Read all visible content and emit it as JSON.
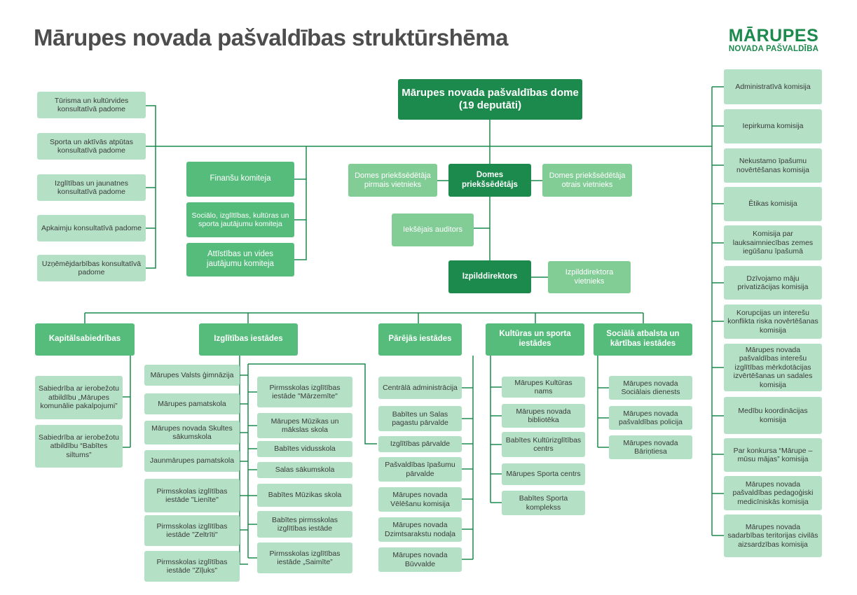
{
  "title": "Mārupes novada pašvaldības struktūrshēma",
  "logo": {
    "main": "MĀRUPES",
    "sub": "NOVADA PAŠVALDĪBA"
  },
  "colors": {
    "dark": "#1b8a4c",
    "category": "#55bc7c",
    "mid": "#82cc96",
    "light": "#b4e0c5",
    "title": "#4d4d4d"
  },
  "dome": "Mārupes novada pašvaldības dome (19 deputāti)",
  "chair": "Domes priekšsēdētājs",
  "vice_first": "Domes priekšsēdētāja pirmais vietnieks",
  "vice_second": "Domes priekšsēdētāja otrais vietnieks",
  "auditor": "Iekšējais auditors",
  "director": "Izpilddirektors",
  "director_deputy": "Izpilddirektora vietnieks",
  "councils": [
    "Tūrisma un kultūrvides konsultatīvā padome",
    "Sporta un aktīvās atpūtas konsultatīvā padome",
    "Izglītības un jaunatnes konsultatīvā padome",
    "Apkaimju konsultatīvā padome",
    "Uzņēmējdarbības konsultatīvā padome"
  ],
  "committees": [
    "Finanšu komiteja",
    "Sociālo, izglītības, kultūras un sporta jautājumu komiteja",
    "Attīstības un vides jautājumu komiteja"
  ],
  "commissions": [
    "Administratīvā komisija",
    "Iepirkuma komisija",
    "Nekustamo īpašumu novērtēšanas komisija",
    "Ētikas  komisija",
    "Komisija par lauksaimniecības zemes iegūšanu īpašumā",
    "Dzīvojamo māju privatizācijas komisija",
    "Korupcijas un interešu konflikta riska novērtēšanas komisija",
    "Mārupes novada pašvaldības interešu izglītības mērkdotācijas izvērtēšanas un sadales komisija",
    "Medību koordinācijas komisija",
    "Par konkursa “Mārupe – mūsu mājas” komisija",
    "Mārupes novada pašvaldības pedagoģiski medicīniskās komisija",
    "Mārupes novada sadarbības teritorijas civilās aizsardzības komisija"
  ],
  "categories": {
    "capital": {
      "title": "Kapitālsabiedrības",
      "items": [
        "Sabiedrība ar ierobežotu atbildību „Mārupes komunālie pakalpojumi”",
        "Sabiedrība ar ierobežotu atbildību “Babītes siltums”"
      ]
    },
    "education": {
      "title": "Izglītības iestādes",
      "left": [
        "Mārupes Valsts ģimnāzija",
        "Mārupes pamatskola",
        "Mārupes novada Skultes sākumskola",
        "Jaunmārupes pamatskola",
        "Pirmsskolas izglītības iestāde \"Lienīte\"",
        "Pirmsskolas izglītības iestāde \"Zeltrīti\"",
        "Pirmsskolas izglītības iestāde \"Zīļuks\""
      ],
      "right": [
        "Pirmsskolas izglītības iestāde \"Mārzemīte\"",
        "Mārupes Mūzikas un mākslas skola",
        "Babītes vidusskola",
        "Salas sākumskola",
        "Babītes Mūzikas skola",
        "Babītes pirmsskolas izglītības iestāde",
        "Pirmsskolas izglītības iestāde „Saimīte”"
      ]
    },
    "other": {
      "title": "Pārējās iestādes",
      "items": [
        "Centrālā administrācija",
        "Babītes un Salas pagastu pārvalde",
        "Izglītības pārvalde",
        "Pašvaldības īpašumu pārvalde",
        "Mārupes novada Vēlēšanu komisija",
        "Mārupes novada Dzimtsarakstu nodaļa",
        "Mārupes novada Būvvalde"
      ]
    },
    "culture": {
      "title": "Kultūras un sporta iestādes",
      "items": [
        "Mārupes Kultūras nams",
        "Mārupes novada bibliotēka",
        "Babītes Kultūrizglītības centrs",
        "Mārupes Sporta centrs",
        "Babītes Sporta komplekss"
      ]
    },
    "social": {
      "title": "Sociālā atbalsta un kārtības iestādes",
      "items": [
        "Mārupes novada Sociālais dienests",
        "Mārupes novada pašvaldības policija",
        "Mārupes novada Bāriņtiesa"
      ]
    }
  }
}
